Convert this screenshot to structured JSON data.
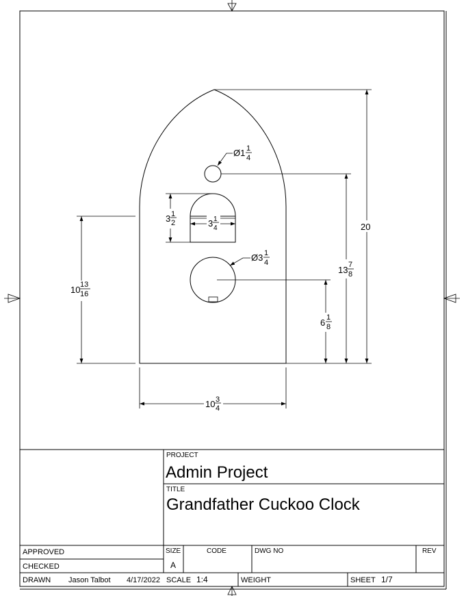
{
  "dimensions": {
    "width_total": {
      "whole": "10",
      "num": "3",
      "den": "4"
    },
    "height_total": {
      "value": "20"
    },
    "height_side": {
      "whole": "10",
      "num": "13",
      "den": "16"
    },
    "small_hole_height": {
      "whole": "13",
      "num": "7",
      "den": "8"
    },
    "big_hole_height": {
      "whole": "6",
      "num": "1",
      "den": "8"
    },
    "small_hole_dia": {
      "prefix": "Ø1",
      "num": "1",
      "den": "4"
    },
    "big_hole_dia": {
      "prefix": "Ø3",
      "num": "1",
      "den": "4"
    },
    "door_height": {
      "whole": "3",
      "num": "1",
      "den": "2"
    },
    "door_width": {
      "whole": "3",
      "num": "1",
      "den": "4"
    }
  },
  "title_block": {
    "project_label": "PROJECT",
    "project_value": "Admin Project",
    "title_label": "TITLE",
    "title_value": "Grandfather Cuckoo Clock",
    "approved_label": "APPROVED",
    "checked_label": "CHECKED",
    "drawn_label": "DRAWN",
    "drawn_by": "Jason Talbot",
    "drawn_date": "4/17/2022",
    "size_label": "SIZE",
    "size_value": "A",
    "code_label": "CODE",
    "dwg_no_label": "DWG NO",
    "rev_label": "REV",
    "scale_label": "SCALE",
    "scale_value": "1:4",
    "weight_label": "WEIGHT",
    "sheet_label": "SHEET",
    "sheet_value": "1/7"
  }
}
